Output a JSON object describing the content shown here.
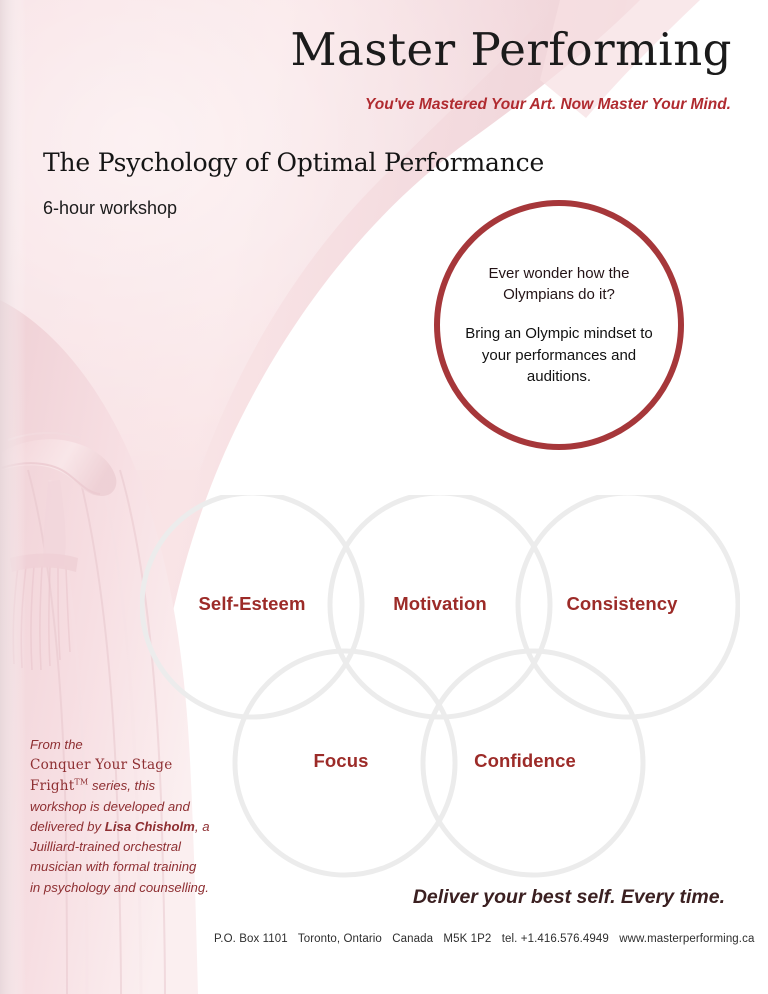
{
  "brand": {
    "title": "Master Performing",
    "tagline": "You've Mastered Your Art.  Now Master Your Mind."
  },
  "workshop": {
    "heading": "The Psychology of Optimal Performance",
    "duration": "6-hour workshop"
  },
  "callout": {
    "line1": "Ever wonder how the Olympians do it?",
    "line2": "Bring an Olympic mindset to your performances and auditions."
  },
  "rings": {
    "labels": [
      "Self-Esteem",
      "Motivation",
      "Consistency",
      "Focus",
      "Confidence"
    ]
  },
  "blurb": {
    "lead": "From the",
    "series_name": "Conquer Your Stage Fright",
    "trademark": "TM",
    "series_word": "series,",
    "body_a": "this workshop is developed and delivered by",
    "presenter": "Lisa Chisholm",
    "body_b": ", a Juilliard-trained orchestral musician with formal training in psychology and counselling."
  },
  "bottom": {
    "tagline": "Deliver your best self. Every time."
  },
  "footer": {
    "po_box": "P.O. Box 1101",
    "city": "Toronto, Ontario",
    "country": "Canada",
    "postal": "M5K 1P2",
    "tel": "tel. +1.416.576.4949",
    "website": "www.masterperforming.ca"
  },
  "colors": {
    "brand_red": "#B02B30",
    "circle_stroke": "#A6373A",
    "ring_label": "#9C2B28",
    "ring_stroke": "#EDEDED",
    "curtain_pink": "#F7DFE2",
    "dark_text": "#1b1b1b"
  }
}
